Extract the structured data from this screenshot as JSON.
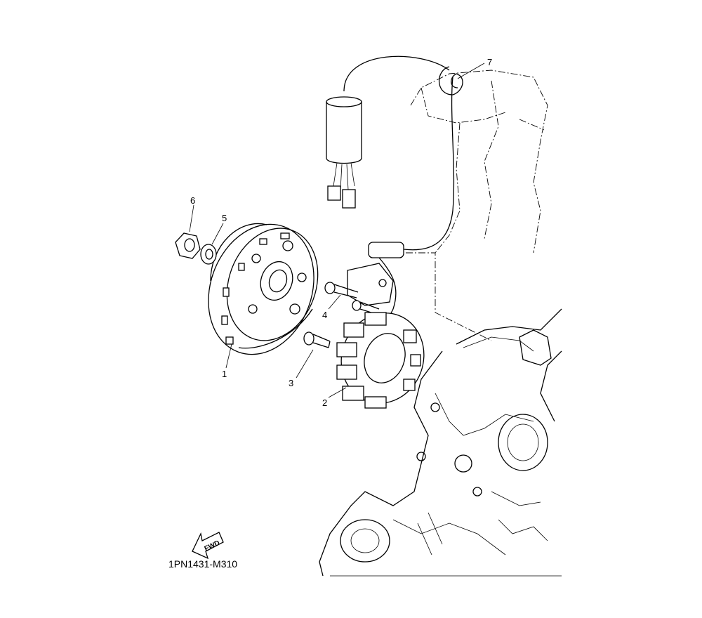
{
  "diagram": {
    "callouts": [
      {
        "id": "1",
        "label": "1"
      },
      {
        "id": "2",
        "label": "2"
      },
      {
        "id": "3",
        "label": "3"
      },
      {
        "id": "4",
        "label": "4"
      },
      {
        "id": "5",
        "label": "5"
      },
      {
        "id": "6",
        "label": "6"
      },
      {
        "id": "7",
        "label": "7"
      }
    ],
    "fwd_label": "FWD",
    "drawing_code": "1PN1431-M310"
  }
}
